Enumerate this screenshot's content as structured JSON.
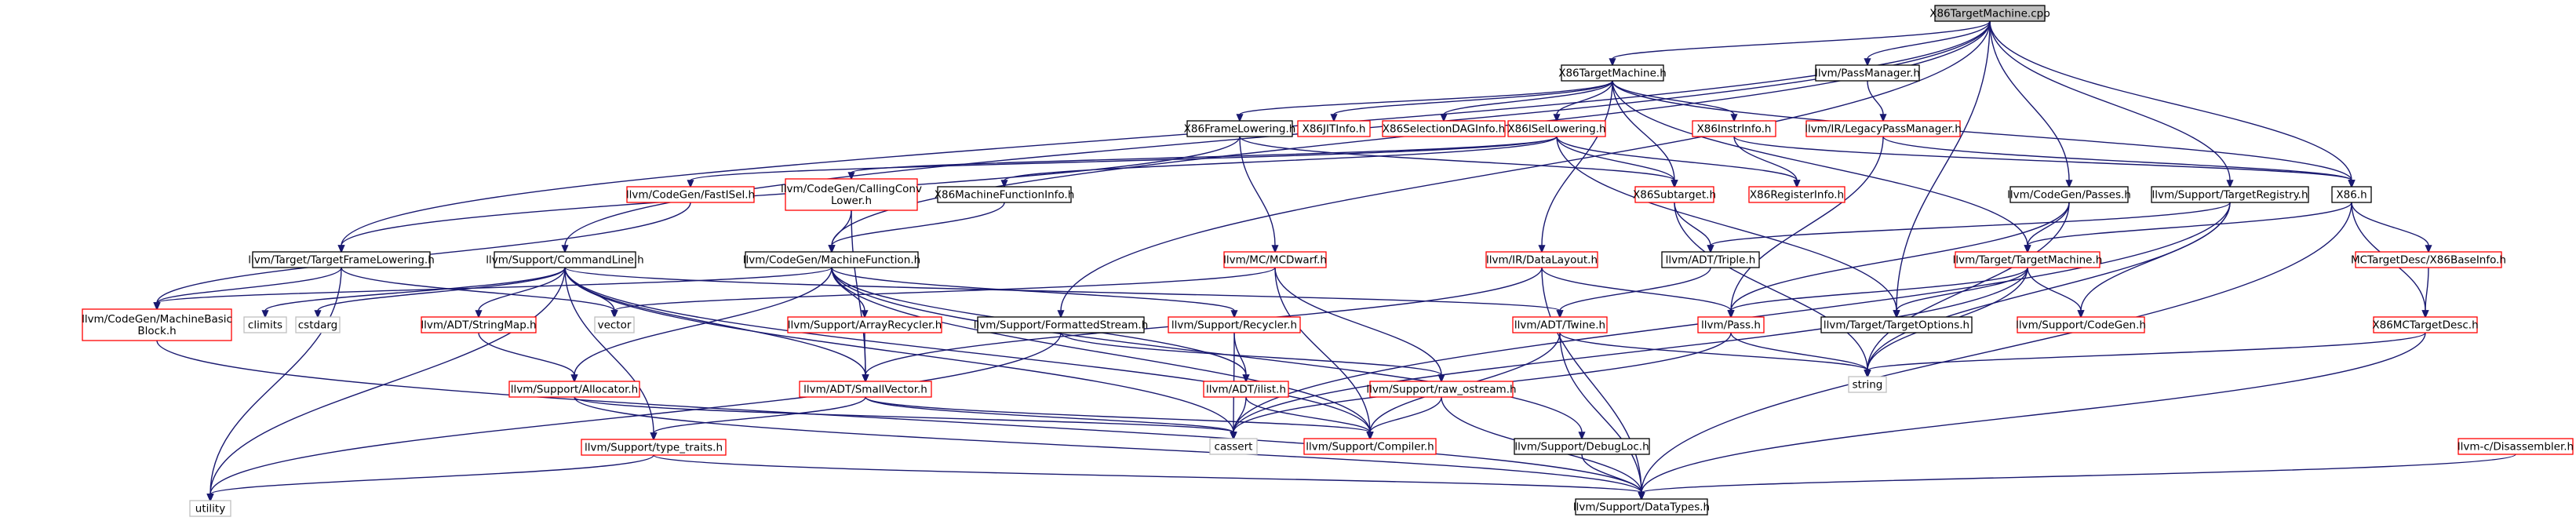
{
  "colors": {
    "edge": "#191970",
    "border_documented": "#000000",
    "border_undocumented": "#ff0000",
    "border_system": "#bfbfbf",
    "root_fill": "#bfbfbf",
    "node_fill": "#ffffff",
    "text": "#000000"
  },
  "nodes": [
    {
      "id": "root",
      "lines": [
        "X86TargetMachine.cpp"
      ],
      "kind": "root"
    },
    {
      "id": "x86tm_h",
      "lines": [
        "X86TargetMachine.h"
      ],
      "kind": "documented"
    },
    {
      "id": "passmgr",
      "lines": [
        "llvm/PassManager.h"
      ],
      "kind": "documented"
    },
    {
      "id": "legacypm",
      "lines": [
        "llvm/IR/LegacyPassManager.h"
      ],
      "kind": "undocumented"
    },
    {
      "id": "framelow",
      "lines": [
        "X86FrameLowering.h"
      ],
      "kind": "documented"
    },
    {
      "id": "jitinfo",
      "lines": [
        "X86JITInfo.h"
      ],
      "kind": "undocumented"
    },
    {
      "id": "seldag",
      "lines": [
        "X86SelectionDAGInfo.h"
      ],
      "kind": "undocumented"
    },
    {
      "id": "isel",
      "lines": [
        "X86ISelLowering.h"
      ],
      "kind": "undocumented"
    },
    {
      "id": "instrinfo",
      "lines": [
        "X86InstrInfo.h"
      ],
      "kind": "undocumented"
    },
    {
      "id": "fastisel",
      "lines": [
        "llvm/CodeGen/FastISel.h"
      ],
      "kind": "undocumented"
    },
    {
      "id": "callconv",
      "lines": [
        "llvm/CodeGen/CallingConv",
        "Lower.h"
      ],
      "kind": "undocumented"
    },
    {
      "id": "mfi",
      "lines": [
        "X86MachineFunctionInfo.h"
      ],
      "kind": "documented"
    },
    {
      "id": "subtarget",
      "lines": [
        "X86Subtarget.h"
      ],
      "kind": "undocumented"
    },
    {
      "id": "reginfo",
      "lines": [
        "X86RegisterInfo.h"
      ],
      "kind": "undocumented"
    },
    {
      "id": "cgpasses",
      "lines": [
        "llvm/CodeGen/Passes.h"
      ],
      "kind": "documented"
    },
    {
      "id": "targetreg",
      "lines": [
        "llvm/Support/TargetRegistry.h"
      ],
      "kind": "documented"
    },
    {
      "id": "x86h",
      "lines": [
        "X86.h"
      ],
      "kind": "documented"
    },
    {
      "id": "tfl",
      "lines": [
        "llvm/Target/TargetFrameLowering.h"
      ],
      "kind": "documented"
    },
    {
      "id": "cmdline",
      "lines": [
        "llvm/Support/CommandLine.h"
      ],
      "kind": "documented"
    },
    {
      "id": "machfunc",
      "lines": [
        "llvm/CodeGen/MachineFunction.h"
      ],
      "kind": "documented"
    },
    {
      "id": "mcdwarf",
      "lines": [
        "llvm/MC/MCDwarf.h"
      ],
      "kind": "undocumented"
    },
    {
      "id": "datalayout",
      "lines": [
        "llvm/IR/DataLayout.h"
      ],
      "kind": "undocumented"
    },
    {
      "id": "triple",
      "lines": [
        "llvm/ADT/Triple.h"
      ],
      "kind": "documented"
    },
    {
      "id": "targetmachine",
      "lines": [
        "llvm/Target/TargetMachine.h"
      ],
      "kind": "undocumented"
    },
    {
      "id": "basedesc",
      "lines": [
        "MCTargetDesc/X86BaseInfo.h"
      ],
      "kind": "undocumented"
    },
    {
      "id": "mbb",
      "lines": [
        "llvm/CodeGen/MachineBasic",
        "Block.h"
      ],
      "kind": "undocumented"
    },
    {
      "id": "climits",
      "lines": [
        "climits"
      ],
      "kind": "system"
    },
    {
      "id": "cstdarg",
      "lines": [
        "cstdarg"
      ],
      "kind": "system"
    },
    {
      "id": "vector",
      "lines": [
        "vector"
      ],
      "kind": "system"
    },
    {
      "id": "stringmap",
      "lines": [
        "llvm/ADT/StringMap.h"
      ],
      "kind": "undocumented"
    },
    {
      "id": "arrayrec",
      "lines": [
        "llvm/Support/ArrayRecycler.h"
      ],
      "kind": "undocumented"
    },
    {
      "id": "fmtstream",
      "lines": [
        "llvm/Support/FormattedStream.h"
      ],
      "kind": "documented"
    },
    {
      "id": "recycler",
      "lines": [
        "llvm/Support/Recycler.h"
      ],
      "kind": "undocumented"
    },
    {
      "id": "twine",
      "lines": [
        "llvm/ADT/Twine.h"
      ],
      "kind": "undocumented"
    },
    {
      "id": "pass",
      "lines": [
        "llvm/Pass.h"
      ],
      "kind": "undocumented"
    },
    {
      "id": "targetopts",
      "lines": [
        "llvm/Target/TargetOptions.h"
      ],
      "kind": "documented"
    },
    {
      "id": "supcodegen",
      "lines": [
        "llvm/Support/CodeGen.h"
      ],
      "kind": "undocumented"
    },
    {
      "id": "mcdesc",
      "lines": [
        "X86MCTargetDesc.h"
      ],
      "kind": "undocumented"
    },
    {
      "id": "allocator",
      "lines": [
        "llvm/Support/Allocator.h"
      ],
      "kind": "undocumented"
    },
    {
      "id": "smallvec",
      "lines": [
        "llvm/ADT/SmallVector.h"
      ],
      "kind": "undocumented"
    },
    {
      "id": "ilist",
      "lines": [
        "llvm/ADT/ilist.h"
      ],
      "kind": "undocumented"
    },
    {
      "id": "rawostream",
      "lines": [
        "llvm/Support/raw_ostream.h"
      ],
      "kind": "undocumented"
    },
    {
      "id": "string",
      "lines": [
        "string"
      ],
      "kind": "system"
    },
    {
      "id": "typetraits",
      "lines": [
        "llvm/Support/type_traits.h"
      ],
      "kind": "undocumented"
    },
    {
      "id": "cassert",
      "lines": [
        "cassert"
      ],
      "kind": "system"
    },
    {
      "id": "compiler",
      "lines": [
        "llvm/Support/Compiler.h"
      ],
      "kind": "undocumented"
    },
    {
      "id": "debugloc",
      "lines": [
        "llvm/Support/DebugLoc.h"
      ],
      "kind": "documented"
    },
    {
      "id": "disasm",
      "lines": [
        "llvm-c/Disassembler.h"
      ],
      "kind": "undocumented"
    },
    {
      "id": "utility",
      "lines": [
        "utility"
      ],
      "kind": "system"
    },
    {
      "id": "datatypes",
      "lines": [
        "llvm/Support/DataTypes.h"
      ],
      "kind": "documented"
    }
  ],
  "edges": [
    [
      "root",
      "x86tm_h"
    ],
    [
      "root",
      "passmgr"
    ],
    [
      "root",
      "cgpasses"
    ],
    [
      "root",
      "targetreg"
    ],
    [
      "root",
      "x86h"
    ],
    [
      "root",
      "fmtstream"
    ],
    [
      "root",
      "targetopts"
    ],
    [
      "root",
      "cmdline"
    ],
    [
      "root",
      "machfunc"
    ],
    [
      "root",
      "tfl"
    ],
    [
      "passmgr",
      "legacypm"
    ],
    [
      "legacypm",
      "pass"
    ],
    [
      "legacypm",
      "x86h"
    ],
    [
      "x86tm_h",
      "framelow"
    ],
    [
      "x86tm_h",
      "jitinfo"
    ],
    [
      "x86tm_h",
      "seldag"
    ],
    [
      "x86tm_h",
      "isel"
    ],
    [
      "x86tm_h",
      "instrinfo"
    ],
    [
      "x86tm_h",
      "subtarget"
    ],
    [
      "x86tm_h",
      "datalayout"
    ],
    [
      "x86tm_h",
      "targetmachine"
    ],
    [
      "x86tm_h",
      "x86h"
    ],
    [
      "framelow",
      "tfl"
    ],
    [
      "framelow",
      "mcdwarf"
    ],
    [
      "framelow",
      "subtarget"
    ],
    [
      "isel",
      "fastisel"
    ],
    [
      "isel",
      "callconv"
    ],
    [
      "isel",
      "mfi"
    ],
    [
      "isel",
      "subtarget"
    ],
    [
      "isel",
      "reginfo"
    ],
    [
      "isel",
      "targetopts"
    ],
    [
      "instrinfo",
      "reginfo"
    ],
    [
      "instrinfo",
      "x86h"
    ],
    [
      "fastisel",
      "mbb"
    ],
    [
      "callconv",
      "machfunc"
    ],
    [
      "callconv",
      "smallvec"
    ],
    [
      "mfi",
      "machfunc"
    ],
    [
      "subtarget",
      "triple"
    ],
    [
      "subtarget",
      "string"
    ],
    [
      "cgpasses",
      "pass"
    ],
    [
      "cgpasses",
      "targetmachine"
    ],
    [
      "cgpasses",
      "string"
    ],
    [
      "targetreg",
      "triple"
    ],
    [
      "targetreg",
      "supcodegen"
    ],
    [
      "targetreg",
      "string"
    ],
    [
      "targetreg",
      "cassert"
    ],
    [
      "x86h",
      "targetmachine"
    ],
    [
      "x86h",
      "basedesc"
    ],
    [
      "x86h",
      "mcdesc"
    ],
    [
      "x86h",
      "datatypes"
    ],
    [
      "tfl",
      "vector"
    ],
    [
      "tfl",
      "utility"
    ],
    [
      "tfl",
      "mbb"
    ],
    [
      "cmdline",
      "climits"
    ],
    [
      "cmdline",
      "cstdarg"
    ],
    [
      "cmdline",
      "vector"
    ],
    [
      "cmdline",
      "stringmap"
    ],
    [
      "cmdline",
      "smallvec"
    ],
    [
      "cmdline",
      "twine"
    ],
    [
      "cmdline",
      "compiler"
    ],
    [
      "cmdline",
      "cassert"
    ],
    [
      "cmdline",
      "utility"
    ],
    [
      "cmdline",
      "typetraits"
    ],
    [
      "machfunc",
      "mbb"
    ],
    [
      "machfunc",
      "arrayrec"
    ],
    [
      "machfunc",
      "recycler"
    ],
    [
      "machfunc",
      "allocator"
    ],
    [
      "machfunc",
      "ilist"
    ],
    [
      "machfunc",
      "debugloc"
    ],
    [
      "machfunc",
      "compiler"
    ],
    [
      "mcdwarf",
      "vector"
    ],
    [
      "mcdwarf",
      "rawostream"
    ],
    [
      "mcdwarf",
      "compiler"
    ],
    [
      "datalayout",
      "smallvec"
    ],
    [
      "datalayout",
      "pass"
    ],
    [
      "datalayout",
      "datatypes"
    ],
    [
      "triple",
      "twine"
    ],
    [
      "targetmachine",
      "pass"
    ],
    [
      "targetmachine",
      "targetopts"
    ],
    [
      "targetmachine",
      "supcodegen"
    ],
    [
      "targetmachine",
      "string"
    ],
    [
      "targetmachine",
      "cassert"
    ],
    [
      "basedesc",
      "mcdesc"
    ],
    [
      "mcdesc",
      "string"
    ],
    [
      "mcdesc",
      "datatypes"
    ],
    [
      "mbb",
      "datatypes"
    ],
    [
      "stringmap",
      "allocator"
    ],
    [
      "arrayrec",
      "smallvec"
    ],
    [
      "fmtstream",
      "rawostream"
    ],
    [
      "fmtstream",
      "utility"
    ],
    [
      "recycler",
      "ilist"
    ],
    [
      "recycler",
      "cassert"
    ],
    [
      "twine",
      "string"
    ],
    [
      "twine",
      "compiler"
    ],
    [
      "twine",
      "datatypes"
    ],
    [
      "pass",
      "string"
    ],
    [
      "pass",
      "cassert"
    ],
    [
      "allocator",
      "cassert"
    ],
    [
      "allocator",
      "datatypes"
    ],
    [
      "smallvec",
      "typetraits"
    ],
    [
      "smallvec",
      "cassert"
    ],
    [
      "smallvec",
      "compiler"
    ],
    [
      "ilist",
      "cassert"
    ],
    [
      "ilist",
      "compiler"
    ],
    [
      "rawostream",
      "compiler"
    ],
    [
      "rawostream",
      "datatypes"
    ],
    [
      "typetraits",
      "utility"
    ],
    [
      "typetraits",
      "datatypes"
    ],
    [
      "debugloc",
      "datatypes"
    ],
    [
      "disasm",
      "datatypes"
    ]
  ]
}
